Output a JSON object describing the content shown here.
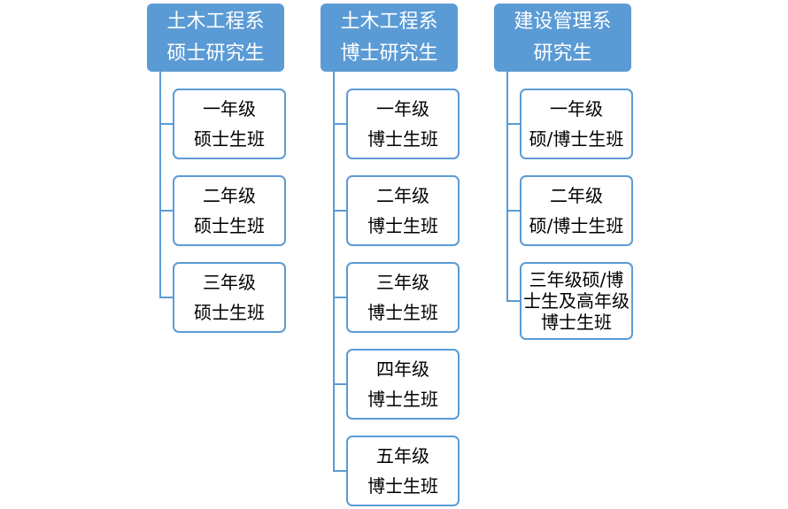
{
  "departments": [
    {
      "title": [
        "土木工程系",
        "硕士研究生"
      ],
      "classes": [
        [
          "一年级",
          "硕士生班"
        ],
        [
          "二年级",
          "硕士生班"
        ],
        [
          "三年级",
          "硕士生班"
        ]
      ]
    },
    {
      "title": [
        "土木工程系",
        "博士研究生"
      ],
      "classes": [
        [
          "一年级",
          "博士生班"
        ],
        [
          "二年级",
          "博士生班"
        ],
        [
          "三年级",
          "博士生班"
        ],
        [
          "四年级",
          "博士生班"
        ],
        [
          "五年级",
          "博士生班"
        ]
      ]
    },
    {
      "title": [
        "建设管理系",
        "研究生"
      ],
      "classes": [
        [
          "一年级",
          "硕/博士生班"
        ],
        [
          "二年级",
          "硕/博士生班"
        ],
        [
          "三年级硕/博",
          "士生及高年级",
          "博士生班"
        ]
      ]
    }
  ],
  "colors": {
    "accent": "#5b9bd5",
    "header_text": "#ffffff"
  }
}
